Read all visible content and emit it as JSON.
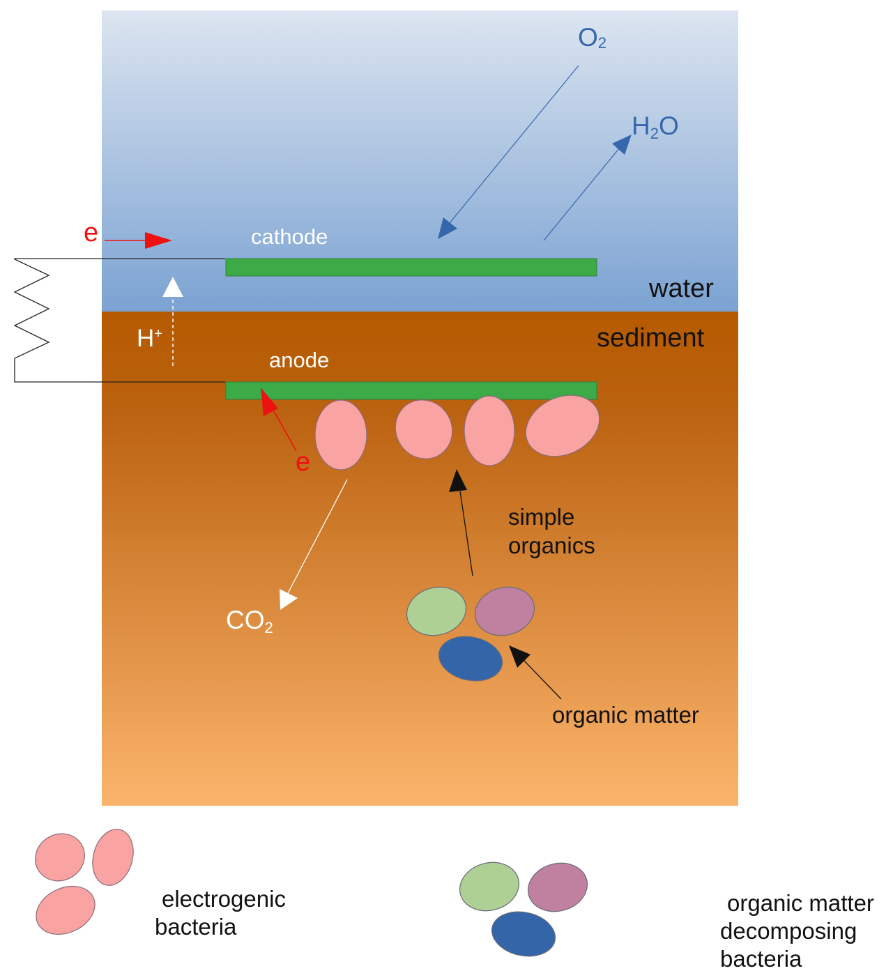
{
  "labels": {
    "water": "water",
    "sediment": "sediment",
    "cathode": "cathode",
    "anode": "anode",
    "electron": "e",
    "proton_base": "H",
    "proton_sup": "+",
    "oxygen_base": "O",
    "oxygen_sub": "2",
    "water_mol_h": "H",
    "water_mol_sub": "2",
    "water_mol_o": "O",
    "co2_base": "CO",
    "co2_sub": "2",
    "simple_organics_line1": "simple",
    "simple_organics_line2": "organics",
    "organic_matter": "organic matter"
  },
  "legend": {
    "electrogenic_line1": "electrogenic",
    "electrogenic_line2": "bacteria",
    "decomposing_line1": "organic matter",
    "decomposing_line2": "decomposing",
    "decomposing_line3": "bacteria"
  },
  "colors": {
    "water_top": "#dce5f0",
    "water_bottom": "#7da3d2",
    "sediment_top": "#b55a00",
    "sediment_bottom": "#fbb46c",
    "electrode": "#3daa48",
    "electrogenic_bacteria": "#f9a3a3",
    "decomposer_green": "#afd095",
    "decomposer_purple": "#c080a0",
    "decomposer_blue": "#3465a8",
    "electron_text": "#ee1111",
    "water_text": "#3667ad"
  }
}
